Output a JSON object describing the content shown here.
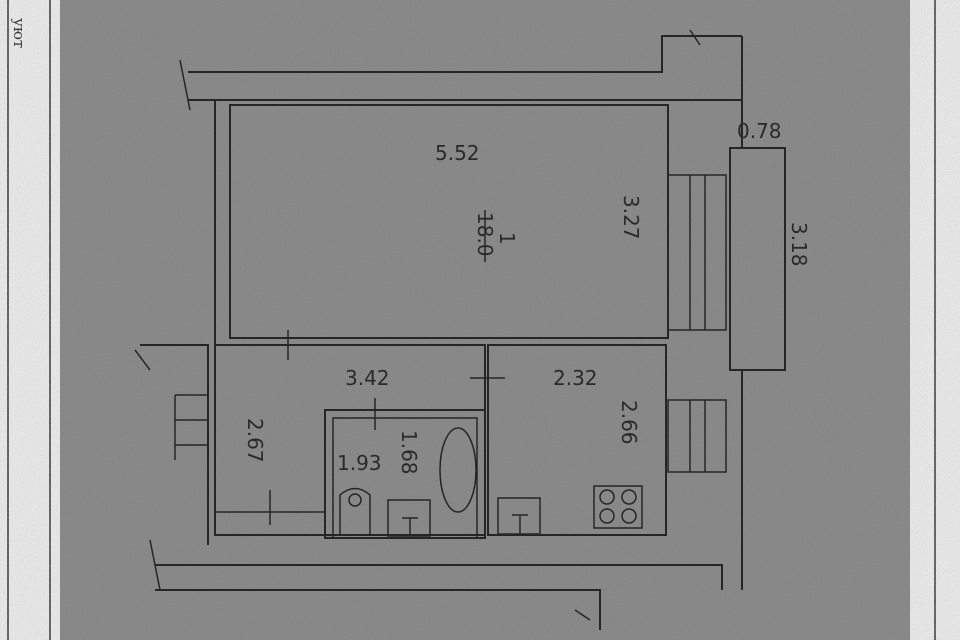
{
  "side_caption": "уют",
  "rooms": {
    "room1": {
      "number": "1",
      "area": "18.0",
      "length": "5.52",
      "width": "3.27"
    },
    "balcony": {
      "length": "0.78",
      "width": "3.18"
    },
    "hall": {
      "length": "3.42",
      "width": "2.67"
    },
    "bathroom": {
      "length": "1.93",
      "width": "1.68"
    },
    "kitchen": {
      "length": "2.32",
      "width": "2.66"
    }
  },
  "colors": {
    "paper": "#ededed",
    "plan_background": "#8e8e8e",
    "ink": "#262626"
  }
}
